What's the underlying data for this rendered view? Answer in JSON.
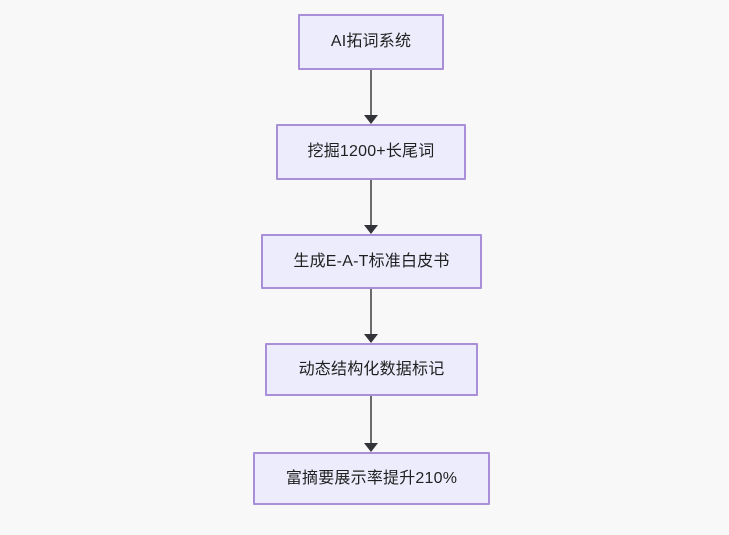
{
  "diagram": {
    "type": "flowchart",
    "direction": "top-to-bottom",
    "background_color": "#f8f8f8",
    "node_fill_color": "#ececfc",
    "node_border_color": "#a98fd8",
    "node_text_color": "#1f2020",
    "connector_color": "#6b6b6b",
    "arrowhead_color": "#33333a",
    "nodes": [
      {
        "id": "n1",
        "label": "AI拓词系统"
      },
      {
        "id": "n2",
        "label": "挖掘1200+长尾词"
      },
      {
        "id": "n3",
        "label": "生成E-A-T标准白皮书"
      },
      {
        "id": "n4",
        "label": "动态结构化数据标记"
      },
      {
        "id": "n5",
        "label": "富摘要展示率提升210%"
      }
    ],
    "edges": [
      {
        "from": "n1",
        "to": "n2",
        "label": ""
      },
      {
        "from": "n2",
        "to": "n3",
        "label": ""
      },
      {
        "from": "n3",
        "to": "n4",
        "label": ""
      },
      {
        "from": "n4",
        "to": "n5",
        "label": ""
      }
    ]
  }
}
